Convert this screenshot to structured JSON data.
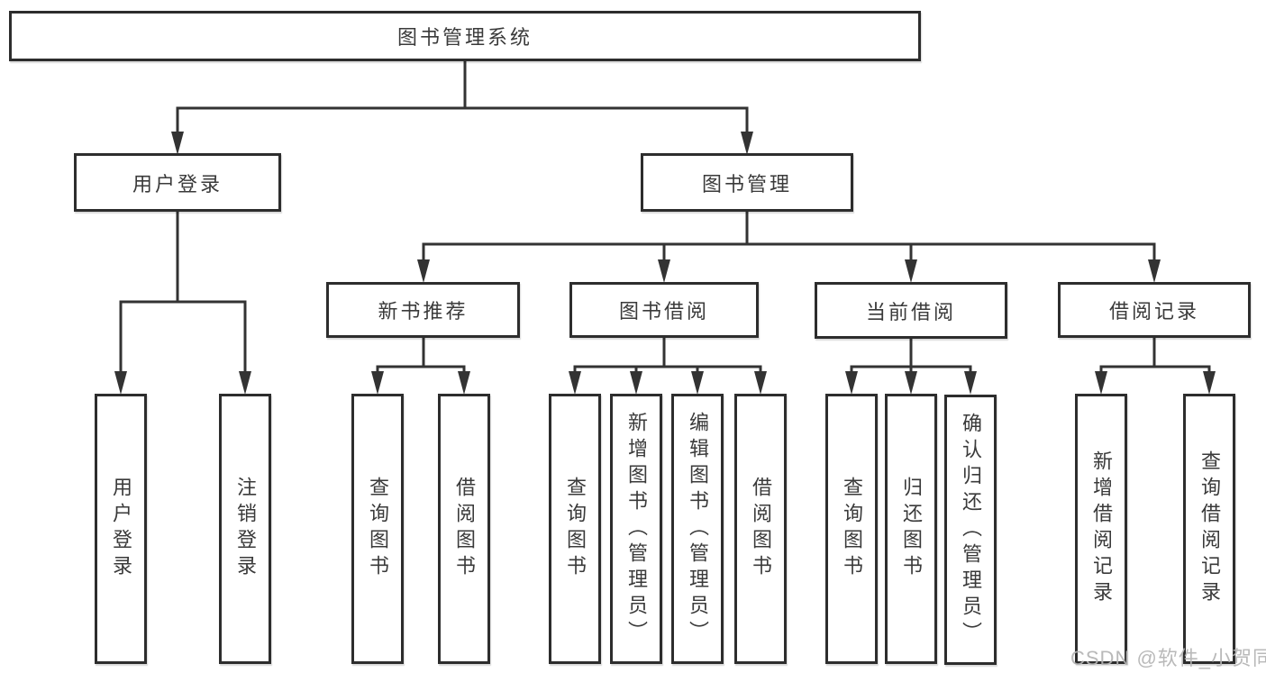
{
  "page": {
    "background": "#ffffff"
  },
  "colors": {
    "line": "#333333",
    "box_border": "#2d2d2d",
    "box_fill": "#ffffff",
    "text": "#3a3a3a",
    "watermark": "#b4b4b4"
  },
  "watermark": {
    "text": "CSDN @软件_小贺同学"
  },
  "nodes": {
    "root": {
      "label": "图书管理系统"
    },
    "login": {
      "label": "用户登录",
      "children": {
        "user": {
          "label": "用户登录"
        },
        "logout": {
          "label": "注销登录"
        }
      }
    },
    "mgmt": {
      "label": "图书管理",
      "children": {
        "rec": {
          "label": "新书推荐",
          "children": {
            "query": {
              "label": "查询图书"
            },
            "borrow": {
              "label": "借阅图书"
            }
          }
        },
        "borrow": {
          "label": "图书借阅",
          "children": {
            "query": {
              "label": "查询图书"
            },
            "add": {
              "label": "新增图书（管理员）"
            },
            "edit": {
              "label": "编辑图书（管理员）"
            },
            "take": {
              "label": "借阅图书"
            }
          }
        },
        "current": {
          "label": "当前借阅",
          "children": {
            "query": {
              "label": "查询图书"
            },
            "return": {
              "label": "归还图书"
            },
            "confirm": {
              "label": "确认归还（管理员）"
            }
          }
        },
        "history": {
          "label": "借阅记录",
          "children": {
            "add": {
              "label": "新增借阅记录"
            },
            "query": {
              "label": "查询借阅记录"
            }
          }
        }
      }
    }
  }
}
